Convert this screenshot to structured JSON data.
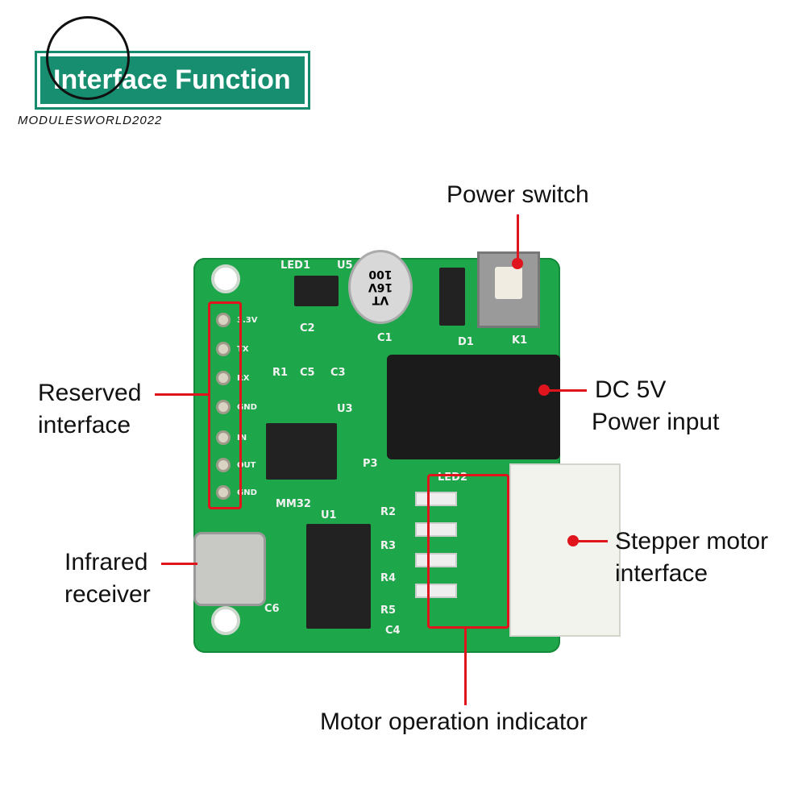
{
  "header": {
    "title": "Interface Function",
    "brand": "MODULESWORLD2022"
  },
  "callouts": {
    "power_switch": "Power switch",
    "reserved": [
      "Reserved",
      "interface"
    ],
    "dc": [
      "DC 5V",
      "Power input"
    ],
    "infrared": [
      "Infrared",
      "receiver"
    ],
    "stepper": [
      "Stepper motor",
      "interface"
    ],
    "indicator": "Motor operation indicator"
  },
  "board": {
    "silk": {
      "led1": "LED1",
      "u5": "U5",
      "c1": "C1",
      "d1": "D1",
      "k1": "K1",
      "r1": "R1",
      "c2": "C2",
      "c5": "C5",
      "c3": "C3",
      "u3": "U3",
      "p3": "P3",
      "led2": "LED2",
      "r2": "R2",
      "r3": "R3",
      "r4": "R4",
      "r5": "R5",
      "c4": "C4",
      "c6": "C6",
      "u1": "U1",
      "mm32": "MM32"
    },
    "pins_top": [
      "3.3V",
      "TX",
      "RX",
      "GND"
    ],
    "pins_bottom": [
      "IN",
      "OUT",
      "GND"
    ],
    "capacitor": [
      "VT",
      "16V",
      "100"
    ]
  },
  "colors": {
    "accent": "#168e6f",
    "callout": "#e0141c",
    "pcb": "#1ea64a"
  }
}
